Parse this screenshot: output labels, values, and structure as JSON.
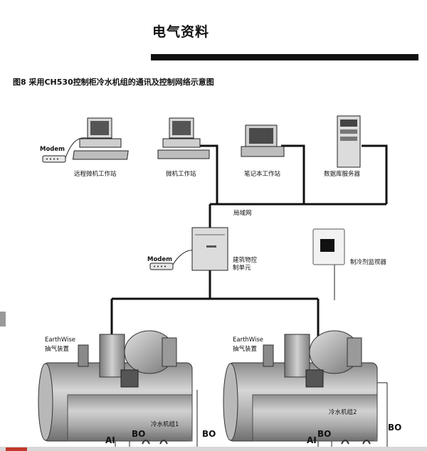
{
  "header": {
    "title": "电气资料"
  },
  "figure": {
    "caption": "图8  采用CH530控制柜冷水机组的通讯及控制网络示意图"
  },
  "labels": {
    "modem_top": "Modem",
    "remote_workstation": "远程微机工作站",
    "workstation": "微机工作站",
    "laptop_workstation": "笔记本工作站",
    "database_server": "数据库服务器",
    "lan": "局域网",
    "modem_mid": "Modem",
    "bas_line1": "建筑物控",
    "bas_line2": "制单元",
    "refrigerant_monitor": "制冷剂监视器",
    "earthwise_left_1": "EarthWise",
    "earthwise_left_2": "抽气装置",
    "earthwise_right_1": "EarthWise",
    "earthwise_right_2": "抽气装置",
    "chiller1": "冷水机组1",
    "chiller2": "冷水机组2",
    "ai_left": "AI",
    "bo_left_1": "BO",
    "bo_left_2": "BO",
    "ai_right": "AI",
    "bo_right_1": "BO",
    "bo_right_2": "BO"
  }
}
